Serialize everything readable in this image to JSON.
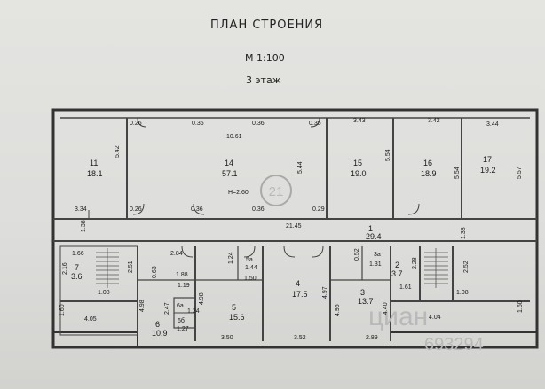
{
  "title": "ПЛАН  СТРОЕНИЯ",
  "scale": "М  1:100",
  "floor": "3 этаж",
  "ceiling_height": "Н=2.60",
  "watermark_logo": "21",
  "watermark_brand": "циан",
  "watermark_id": "693294",
  "rooms": [
    {
      "num": "11",
      "area": "18.1"
    },
    {
      "num": "14",
      "area": "57.1"
    },
    {
      "num": "15",
      "area": "19.0"
    },
    {
      "num": "16",
      "area": "18.9"
    },
    {
      "num": "17",
      "area": "19.2"
    },
    {
      "num": "1",
      "area": "29.4"
    },
    {
      "num": "7",
      "area": "3.6"
    },
    {
      "num": "6",
      "area": "10.9"
    },
    {
      "num": "6а",
      "area": ""
    },
    {
      "num": "6б",
      "area": ""
    },
    {
      "num": "5",
      "area": "15.6"
    },
    {
      "num": "5а",
      "area": "1.44"
    },
    {
      "num": "4",
      "area": "17.5"
    },
    {
      "num": "3",
      "area": "13.7"
    },
    {
      "num": "3а",
      "area": "1.31"
    },
    {
      "num": "2",
      "area": "3.7"
    }
  ],
  "dims": [
    "10.61",
    "3.43",
    "3.42",
    "3.44",
    "5.42",
    "5.44",
    "5.54",
    "5.54",
    "5.57",
    "3.34",
    "21.45",
    "1.38",
    "1.38",
    "0.36",
    "0.36",
    "0.36",
    "0.36",
    "0.35",
    "0.29",
    "0.26",
    "0.26",
    "1.66",
    "2.16",
    "1.08",
    "2.51",
    "2.84",
    "1.88",
    "1.19",
    "0.63",
    "2.47",
    "1.24",
    "1.27",
    "4.98",
    "4.98",
    "1.24",
    "1.50",
    "0.52",
    "4.97",
    "4.96",
    "4.40",
    "2.28",
    "1.61",
    "2.52",
    "1.08",
    "1.60",
    "4.05",
    "3.50",
    "3.52",
    "2.89",
    "4.04",
    "1.60"
  ]
}
